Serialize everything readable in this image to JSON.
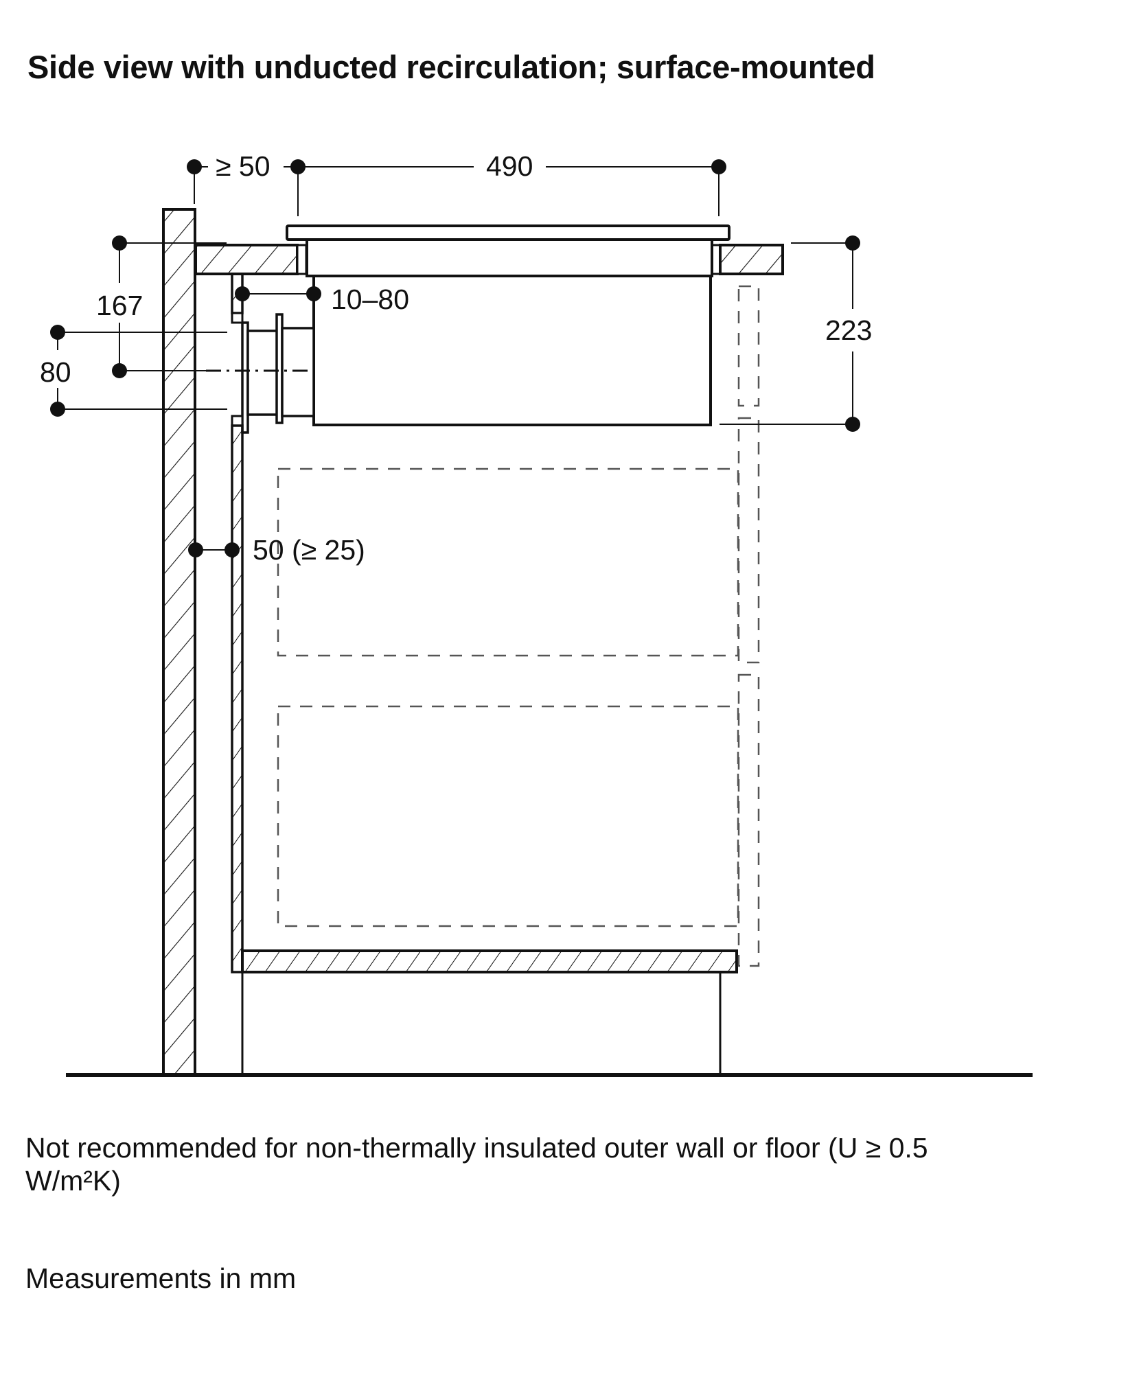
{
  "title": "Side view with unducted recirculation; surface-mounted",
  "dimensions": {
    "wall_clearance": "≥ 50",
    "cooktop_depth": "490",
    "countertop_to_duct_center": "167",
    "duct_height": "80",
    "duct_gap": "10–80",
    "installation_depth": "223",
    "rear_gap": "50 (≥ 25)"
  },
  "notes": {
    "insulation_warning": "Not recommended for non-thermally insulated outer wall or floor (U ≥ 0.5 W/m²K)",
    "units": "Measurements in mm"
  },
  "colors": {
    "line": "#111111",
    "dashed": "#555555",
    "background": "#ffffff"
  }
}
